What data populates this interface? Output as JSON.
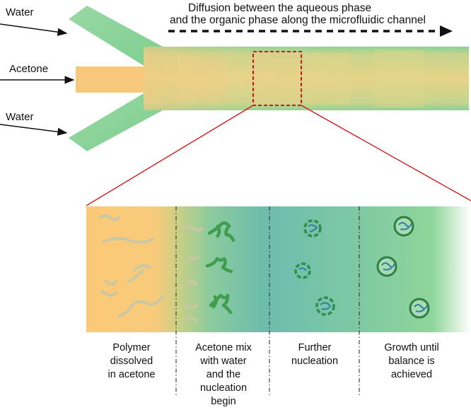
{
  "inlets": {
    "water_top": "Water",
    "acetone": "Acetone",
    "water_bottom": "Water"
  },
  "header": {
    "line1": "Diffusion between the aqueous phase",
    "line2": "and the organic phase along the microfluidic channel"
  },
  "stages": [
    {
      "lines": [
        "Polymer",
        "dissolved",
        "in acetone"
      ]
    },
    {
      "lines": [
        "Acetone mix",
        "with water",
        "and the",
        "nucleation",
        "begin"
      ]
    },
    {
      "lines": [
        "Further",
        "nucleation"
      ]
    },
    {
      "lines": [
        "Growth until",
        "balance is",
        "achieved"
      ]
    }
  ],
  "colors": {
    "acetone": "#f9c97a",
    "water": "#8fd39a",
    "mixed": "#6cbcae",
    "particle": "#2e9a52",
    "zoom_box": "#cc1b1b"
  }
}
